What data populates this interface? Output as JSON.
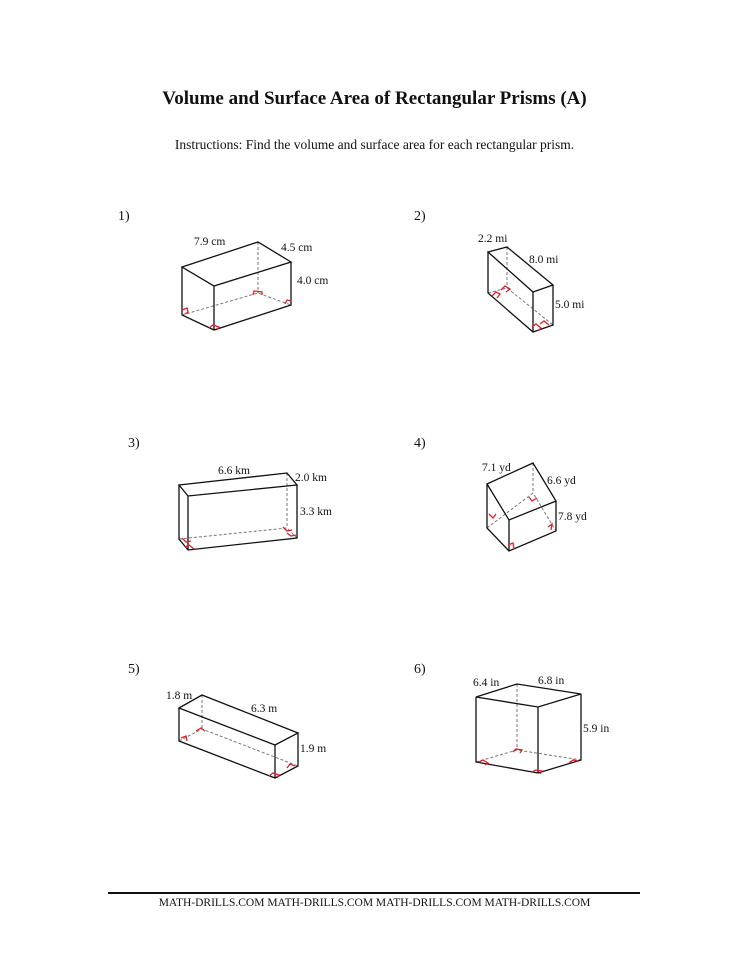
{
  "worksheet": {
    "title": "Volume and Surface Area of Rectangular Prisms (A)",
    "instructions": "Instructions: Find the volume and surface area for each rectangular prism."
  },
  "problems": [
    {
      "number": "1)",
      "length": "7.9 cm",
      "width": "4.5 cm",
      "height": "4.0 cm"
    },
    {
      "number": "2)",
      "length": "8.0 mi",
      "width": "2.2 mi",
      "height": "5.0 mi"
    },
    {
      "number": "3)",
      "length": "6.6 km",
      "width": "2.0 km",
      "height": "3.3 km"
    },
    {
      "number": "4)",
      "length": "7.1 yd",
      "width": "6.6 yd",
      "height": "7.8 yd"
    },
    {
      "number": "5)",
      "length": "6.3 m",
      "width": "1.8 m",
      "height": "1.9 m"
    },
    {
      "number": "6)",
      "length": "6.8 in",
      "width": "6.4 in",
      "height": "5.9 in"
    }
  ],
  "colors": {
    "right_angle_marker": "#e0202a",
    "edge": "#111111",
    "hidden_edge": "#777777"
  },
  "footer": {
    "text": "MATH-DRILLS.COM MATH-DRILLS.COM MATH-DRILLS.COM MATH-DRILLS.COM"
  }
}
